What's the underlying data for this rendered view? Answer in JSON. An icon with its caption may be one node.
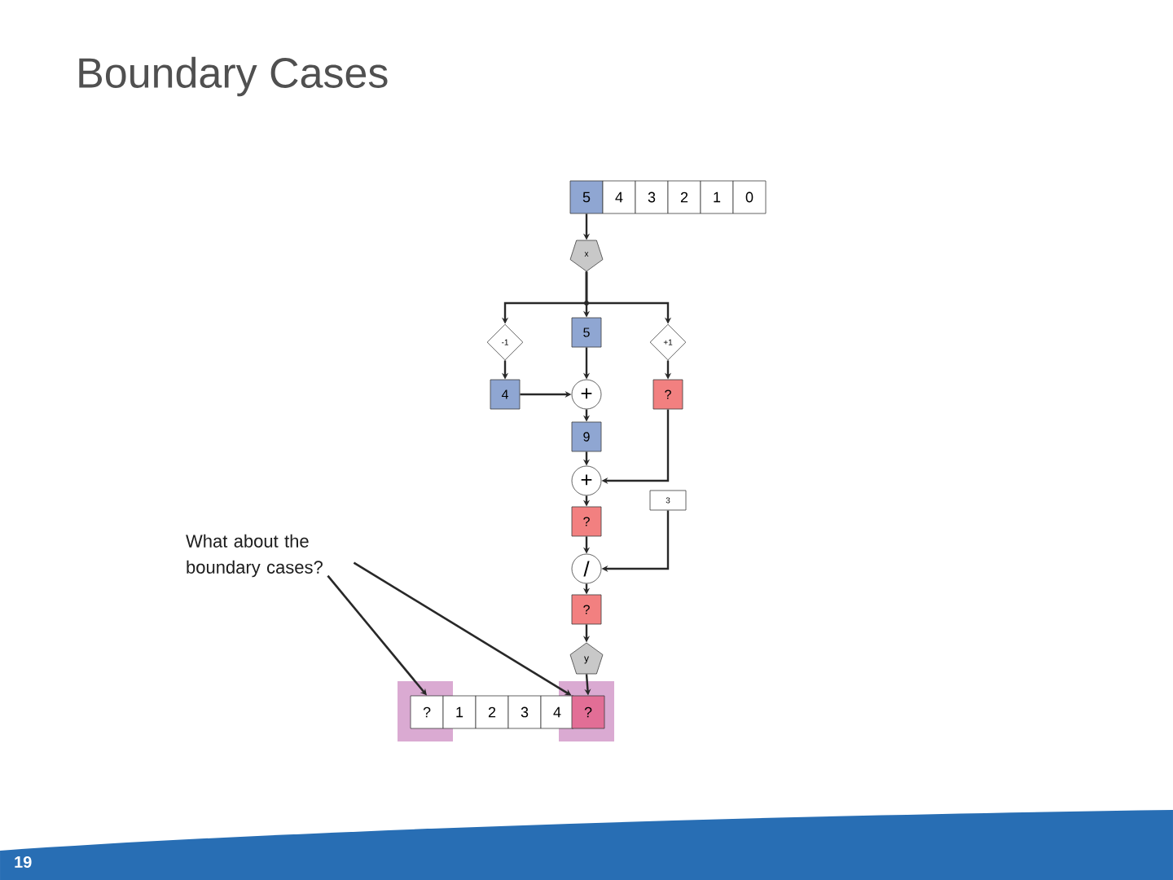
{
  "diagram": {
    "title": "Boundary Cases",
    "nodes": [
      {
        "text": [
          "5"
        ]
      },
      {
        "text": [
          "4"
        ]
      },
      {
        "text": [
          "3"
        ]
      },
      {
        "text": [
          "2"
        ]
      },
      {
        "text": [
          "1"
        ]
      },
      {
        "text": [
          "0"
        ]
      },
      {
        "text": [
          "x"
        ]
      },
      {
        "text": [
          "-1"
        ]
      },
      {
        "text": [
          "5"
        ]
      },
      {
        "text": [
          "+1"
        ]
      },
      {
        "text": [
          "4"
        ]
      },
      {
        "text": [
          "+"
        ]
      },
      {
        "text": [
          "?"
        ]
      },
      {
        "text": [
          "9"
        ]
      },
      {
        "text": [
          "+"
        ]
      },
      {
        "text": [
          "3"
        ]
      },
      {
        "text": [
          "?"
        ]
      },
      {
        "text": [
          "/"
        ]
      },
      {
        "text": [
          "?"
        ]
      },
      {
        "text": [
          "y"
        ]
      },
      {
        "text": [
          "?"
        ]
      },
      {
        "text": [
          "1"
        ]
      },
      {
        "text": [
          "2"
        ]
      },
      {
        "text": [
          "3"
        ]
      },
      {
        "text": [
          "4"
        ]
      },
      {
        "text": [
          "?"
        ]
      },
      {
        "text": [
          "What about the boundary cases?"
        ]
      }
    ],
    "edges": [
      {
        "from": 0,
        "to": 6,
        "arrow": "to"
      },
      {
        "from": 6,
        "to": 7,
        "arrow": "to"
      },
      {
        "from": 6,
        "to": 8,
        "arrow": "to"
      },
      {
        "from": 6,
        "to": 9,
        "arrow": "to"
      },
      {
        "from": 7,
        "to": 10,
        "arrow": "to"
      },
      {
        "from": 8,
        "to": 11,
        "arrow": "to"
      },
      {
        "from": 9,
        "to": 12,
        "arrow": "to"
      },
      {
        "from": 10,
        "to": 11,
        "arrow": "to"
      },
      {
        "from": 11,
        "to": 13,
        "arrow": "to"
      },
      {
        "from": 13,
        "to": 14,
        "arrow": "to"
      },
      {
        "from": 12,
        "to": 14,
        "arrow": "to"
      },
      {
        "from": 14,
        "to": 16,
        "arrow": "to"
      },
      {
        "from": 16,
        "to": 17,
        "arrow": "to"
      },
      {
        "from": 15,
        "to": 17,
        "arrow": "to"
      },
      {
        "from": 17,
        "to": 18,
        "arrow": "to"
      },
      {
        "from": 18,
        "to": 19,
        "arrow": "to"
      },
      {
        "from": 19,
        "to": 25,
        "arrow": "to"
      },
      {
        "from": 26,
        "to": 20,
        "arrow": "to"
      },
      {
        "from": 26,
        "to": 25,
        "arrow": "to"
      }
    ],
    "labels": [
      "19"
    ]
  }
}
